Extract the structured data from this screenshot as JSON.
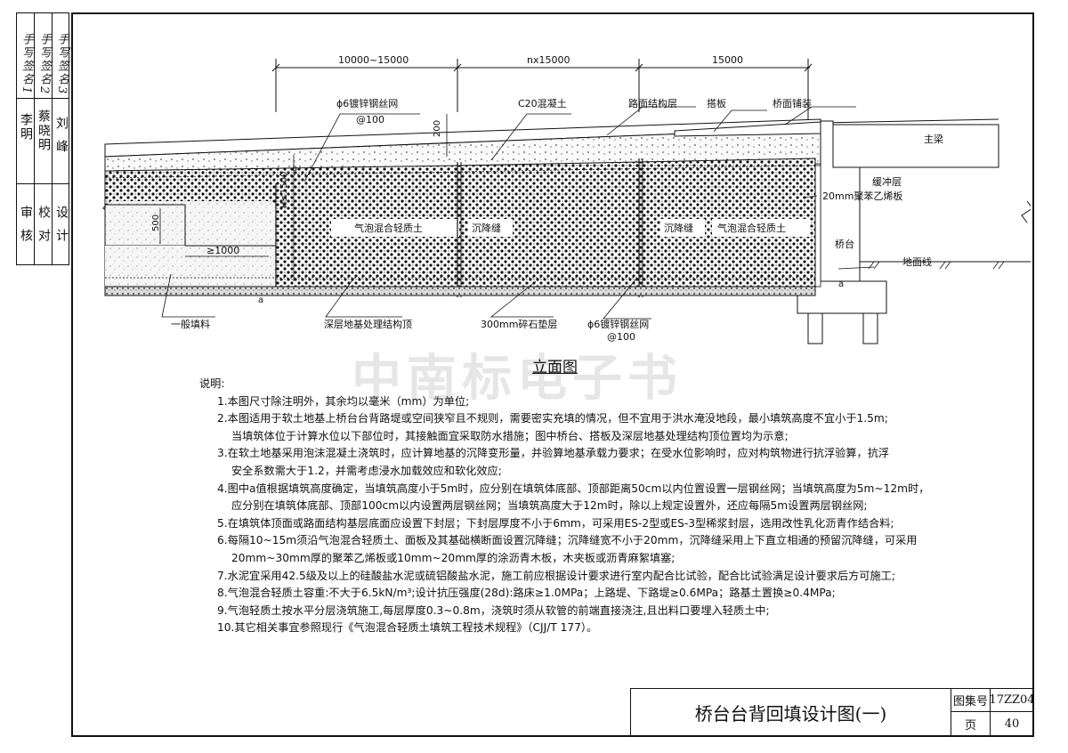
{
  "sidebar": {
    "roles": [
      "审核",
      "校对",
      "设计"
    ],
    "names": [
      "李明",
      "蔡晓明",
      "刘峰"
    ],
    "signatures": [
      "手写签名1",
      "手写签名2",
      "手写签名3"
    ]
  },
  "drawing": {
    "dimensions": [
      "10000~15000",
      "nx15000",
      "15000"
    ],
    "labels": {
      "mesh_top": "ϕ6镀锌钢丝网",
      "mesh_top_spacing": "@100",
      "c20": "C20混凝土",
      "pavement_layer": "路面结构层",
      "slab": "搭板",
      "deck": "桥面铺装",
      "girder": "主梁",
      "buffer1": "缓冲层",
      "buffer2": "20mm聚苯乙烯板",
      "abutment": "桥台",
      "ground_line": "地面线",
      "fill_left": "气泡混合轻质土",
      "fill_right": "气泡混合轻质土",
      "joint1": "沉降缝",
      "joint2": "沉降缝",
      "general_fill": "一般填料",
      "deep_treatment": "深层地基处理结构顶",
      "gravel": "300mm碎石垫层",
      "mesh_bottom": "ϕ6镀锌钢丝网",
      "mesh_bottom_spacing": "@100",
      "dim_500": "500",
      "dim_1000": "≥1000",
      "dim_h": "H≤1500",
      "dim_200": "200",
      "a1": "a",
      "a2": "a",
      "a3": "a"
    }
  },
  "elevation_title": "立面图",
  "watermark": "中南标电子书",
  "notes": {
    "heading": "说明:",
    "lines": [
      {
        "type": "note",
        "text": "1.本图尺寸除注明外，其余均以毫米（mm）为单位;"
      },
      {
        "type": "note",
        "text": "2.本图适用于软土地基上桥台台背路堤或空间狭窄且不规则，需要密实充填的情况，但不宜用于洪水淹没地段，最小填筑高度不宜小于1.5m;"
      },
      {
        "type": "cont",
        "text": "当填筑体位于计算水位以下部位时，其接触面宜采取防水措施；图中桥台、搭板及深层地基处理结构顶位置均为示意;"
      },
      {
        "type": "note",
        "text": "3.在软土地基采用泡沫混凝土浇筑时，应计算地基的沉降变形量，并验算地基承载力要求；在受水位影响时，应对构筑物进行抗浮验算，抗浮"
      },
      {
        "type": "cont",
        "text": "安全系数需大于1.2，并需考虑浸水加载效应和软化效应;"
      },
      {
        "type": "note",
        "text": "4.图中a值根据填筑高度确定，当填筑高度小于5m时，应分别在填筑体底部、顶部距离50cm以内位置设置一层钢丝网；当填筑高度为5m~12m时，"
      },
      {
        "type": "cont",
        "text": "应分别在填筑体底部、顶部100cm以内设置两层钢丝网；当填筑高度大于12m时，除以上规定设置外，还应每隔5m设置两层钢丝网;"
      },
      {
        "type": "note",
        "text": "5.在填筑体顶面或路面结构基层底面应设置下封层；下封层厚度不小于6mm，可采用ES-2型或ES-3型稀浆封层，选用改性乳化沥青作结合料;"
      },
      {
        "type": "note",
        "text": "6.每隔10~15m须沿气泡混合轻质土、面板及其基础横断面设置沉降缝；沉降缝宽不小于20mm，沉降缝采用上下直立相通的预留沉降缝，可采用"
      },
      {
        "type": "cont",
        "text": "20mm~30mm厚的聚苯乙烯板或10mm~20mm厚的涂沥青木板，木夹板或沥青麻絮填塞;"
      },
      {
        "type": "note",
        "text": "7.水泥宜采用42.5级及以上的硅酸盐水泥或硫铝酸盐水泥，施工前应根据设计要求进行室内配合比试验，配合比试验满足设计要求后方可施工;"
      },
      {
        "type": "note",
        "text": "8.气泡混合轻质土容重:不大于6.5kN/m³;设计抗压强度(28d):路床≥1.0MPa；上路堤、下路堤≥0.6MPa；路基土置换≥0.4MPa;"
      },
      {
        "type": "note",
        "text": "9.气泡轻质土按水平分层浇筑施工,每层厚度0.3~0.8m，浇筑时须从软管的前端直接浇注,且出料口要埋入轻质土中;"
      },
      {
        "type": "note",
        "text": "10.其它相关事宜参照现行《气泡混合轻质土填筑工程技术规程》（CJJ/T 177）。"
      }
    ]
  },
  "title_block": {
    "title": "桥台台背回填设计图(一)",
    "atlas_label": "图集号",
    "atlas_no": "17ZZ04",
    "page_label": "页",
    "page_no": "40"
  }
}
